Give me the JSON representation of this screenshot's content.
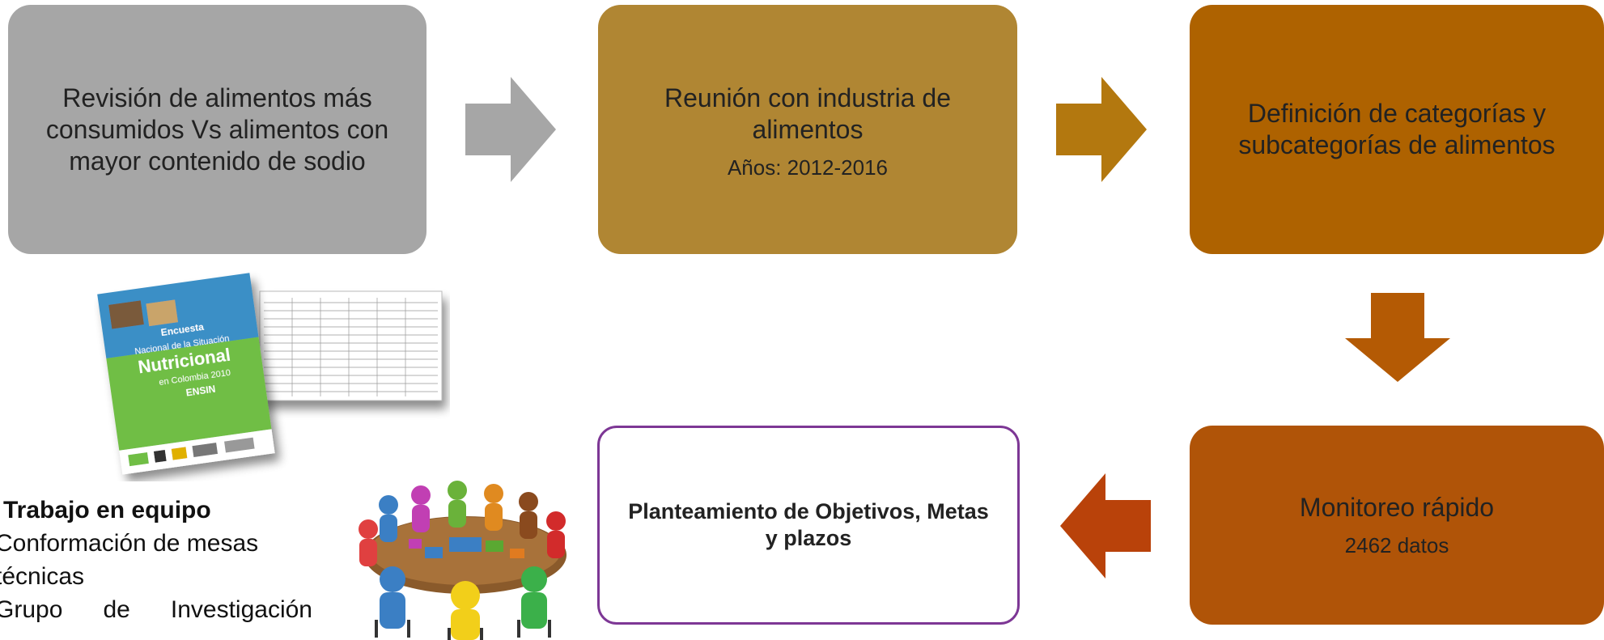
{
  "boxes": {
    "review": "Revisión de alimentos más consumidos Vs alimentos con mayor contenido de sodio",
    "meeting_title": "Reunión con industria de alimentos",
    "meeting_years": "Años: 2012-2016",
    "categories": "Definición de categorías y subcategorías de alimentos",
    "monitoring_title": "Monitoreo rápido",
    "monitoring_count": "2462 datos",
    "objectives": "Planteamiento de Objetivos, Metas y plazos"
  },
  "teamwork": {
    "heading": "Trabajo en equipo",
    "line1": "Conformación de mesas",
    "line2": "técnicas",
    "line3": "Grupo de Investigación"
  },
  "survey_cover": {
    "line1": "Encuesta",
    "line2": "Nacional de la Situación",
    "line3": "Nutricional",
    "line4": "en Colombia 2010",
    "line5": "ENSIN"
  },
  "colors": {
    "review": "#a6a6a6",
    "meeting": "#b08633",
    "categories": "#ae6200",
    "monitoring": "#b05408",
    "objectives_border": "#7d3795",
    "arrow_gray": "#a6a6a6",
    "arrow_gold": "#b3780f",
    "arrow_down": "#b45a04",
    "arrow_left": "#b9420a"
  }
}
